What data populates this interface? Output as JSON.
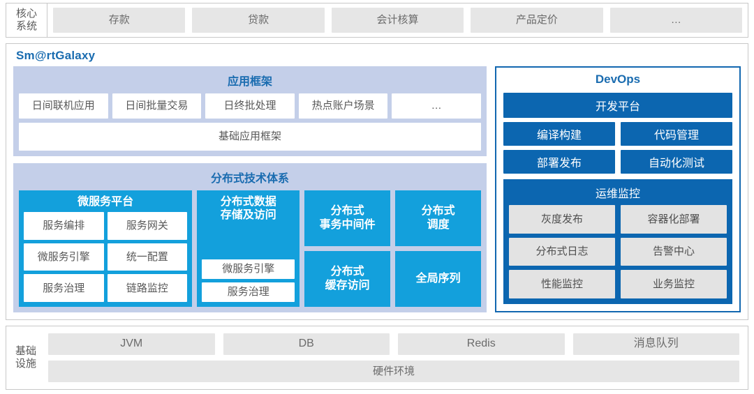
{
  "core_system": {
    "label_lines": [
      "核心",
      "系统"
    ],
    "items": [
      "存款",
      "贷款",
      "会计核算",
      "产品定价",
      "…"
    ]
  },
  "galaxy": {
    "title": "Sm@rtGalaxy",
    "app_framework": {
      "title": "应用框架",
      "items": [
        "日间联机应用",
        "日间批量交易",
        "日终批处理",
        "热点账户场景",
        "…"
      ],
      "base": "基础应用框架"
    },
    "distributed": {
      "title": "分布式技术体系",
      "microservice": {
        "title": "微服务平台",
        "cells": [
          "服务编排",
          "服务网关",
          "微服务引擎",
          "统一配置",
          "服务治理",
          "链路监控"
        ]
      },
      "data_storage": {
        "title": "分布式数据\n存储及访问",
        "title_lines": [
          "分布式数据",
          "存储及访问"
        ],
        "cells": [
          "微服务引擎",
          "服务治理"
        ]
      },
      "big_cells": [
        {
          "lines": [
            "分布式",
            "事务中间件"
          ]
        },
        {
          "lines": [
            "分布式",
            "调度"
          ]
        },
        {
          "lines": [
            "分布式",
            "缓存访问"
          ]
        },
        {
          "lines": [
            "全局序列"
          ]
        }
      ]
    }
  },
  "devops": {
    "title": "DevOps",
    "platform": "开发平台",
    "pairs": [
      [
        "编译构建",
        "代码管理"
      ],
      [
        "部署发布",
        "自动化测试"
      ]
    ],
    "ops": {
      "title": "运维监控",
      "cells": [
        "灰度发布",
        "容器化部署",
        "分布式日志",
        "告警中心",
        "性能监控",
        "业务监控"
      ]
    }
  },
  "infrastructure": {
    "label_lines": [
      "基础",
      "设施"
    ],
    "items": [
      "JVM",
      "DB",
      "Redis",
      "消息队列"
    ],
    "hardware": "硬件环境"
  },
  "colors": {
    "accent_dark_blue": "#0c66b0",
    "accent_cyan": "#13a0dc",
    "lavender": "#c4cfe9",
    "chip_grey": "#e6e6e6",
    "title_blue": "#1a6cb0"
  }
}
